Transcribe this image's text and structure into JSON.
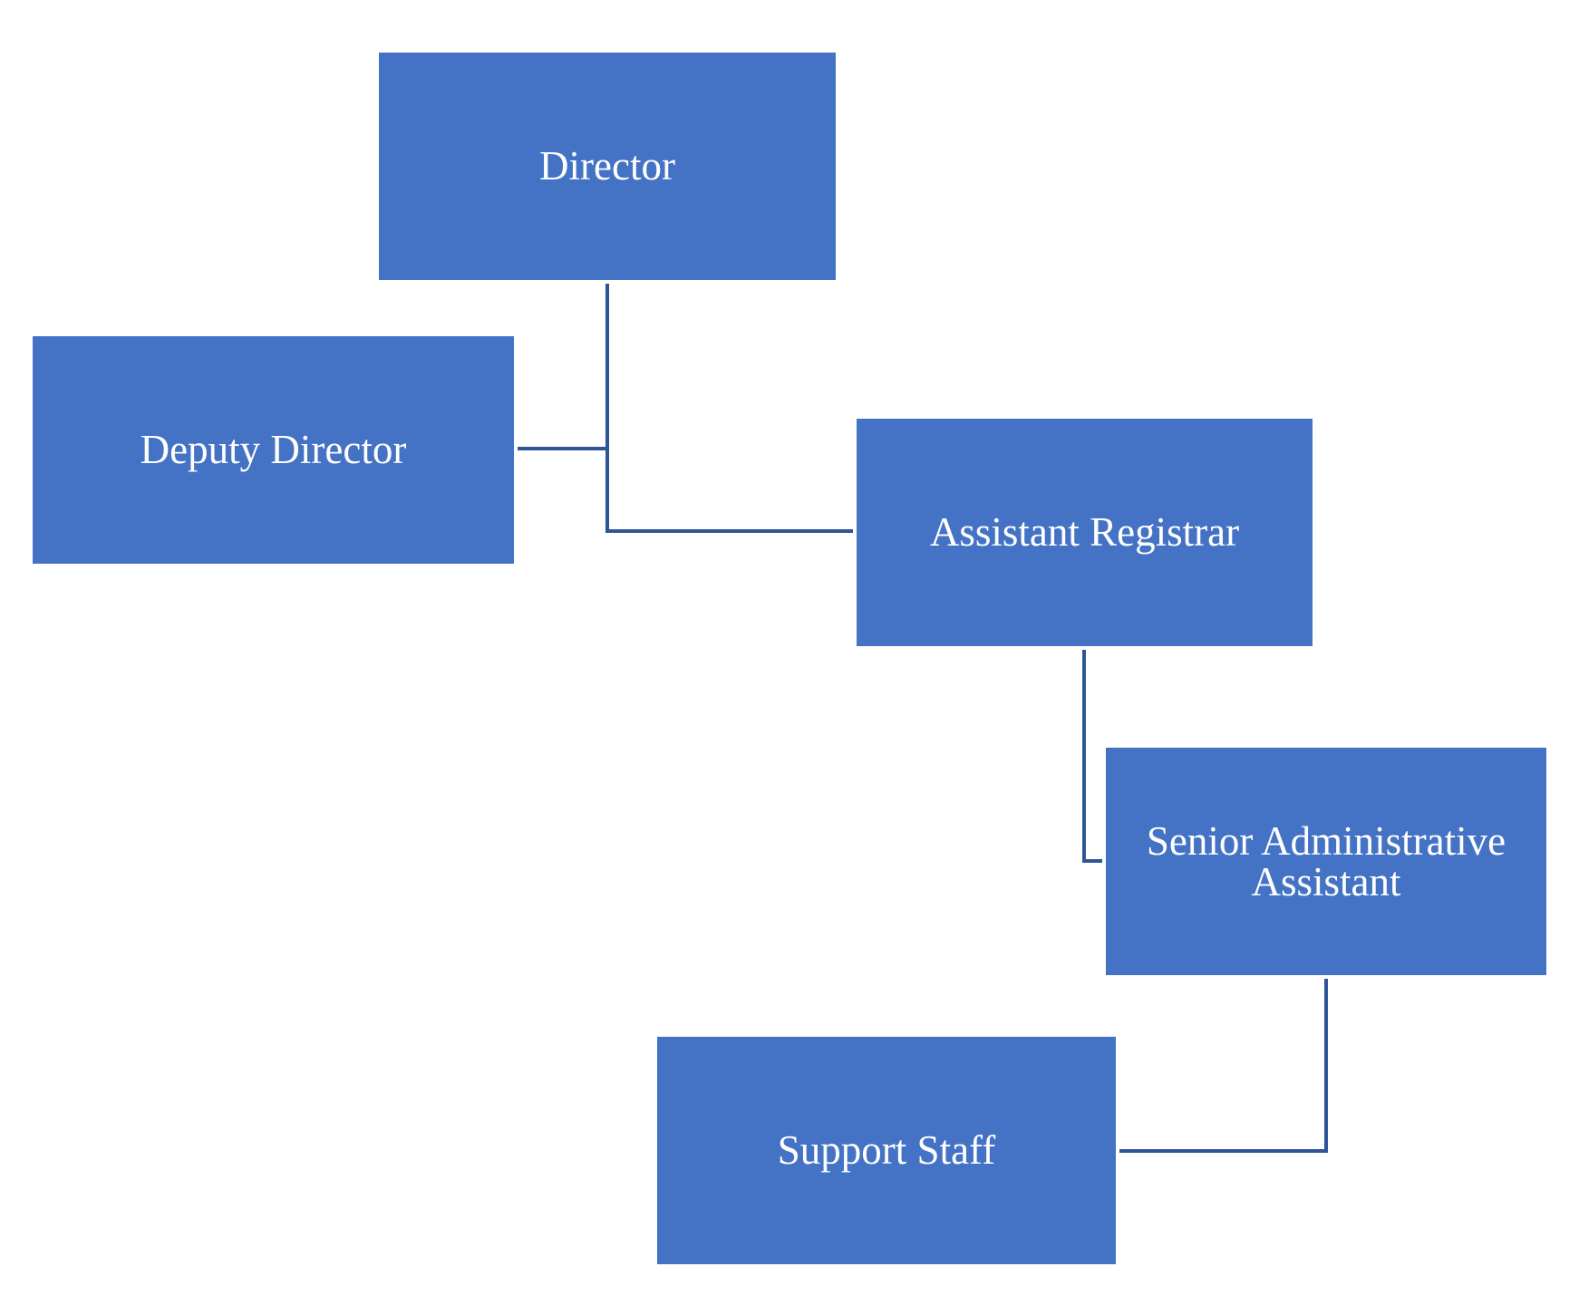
{
  "colors": {
    "box_fill": "#4472c4",
    "box_text": "#ffffff",
    "connector": "#2f5597",
    "background": "#ffffff"
  },
  "nodes": {
    "director": "Director",
    "deputy_director": "Deputy Director",
    "assistant_registrar": "Assistant Registrar",
    "senior_admin_assistant": "Senior Administrative Assistant",
    "support_staff": "Support Staff"
  },
  "edges": [
    {
      "from": "director",
      "to": "deputy_director"
    },
    {
      "from": "director",
      "to": "assistant_registrar"
    },
    {
      "from": "assistant_registrar",
      "to": "senior_admin_assistant"
    },
    {
      "from": "senior_admin_assistant",
      "to": "support_staff"
    }
  ]
}
